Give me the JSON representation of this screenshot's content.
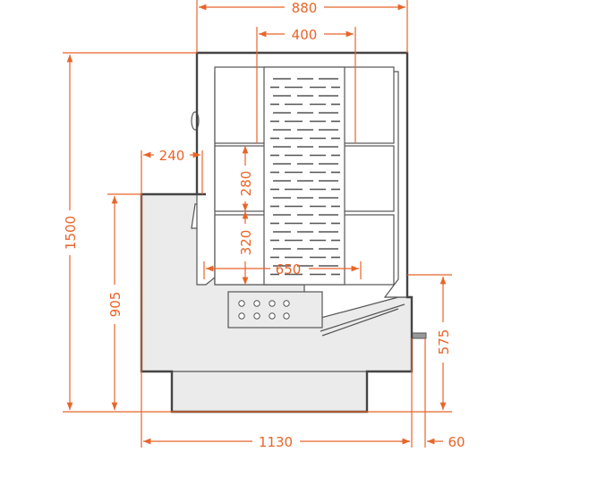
{
  "drawing": {
    "colors": {
      "dimension": "#e8652a",
      "outline": "#444444",
      "fill": "#ebebeb"
    },
    "dimensions": {
      "total_width_top": "880",
      "glass_width": "400",
      "total_height": "1500",
      "counter_height": "905",
      "counter_depth": "240",
      "shelf_spacing_upper": "280",
      "shelf_spacing_lower": "320",
      "base_shelf_depth": "650",
      "rear_height": "575",
      "total_depth": "1130",
      "pipe_length": "60"
    }
  }
}
